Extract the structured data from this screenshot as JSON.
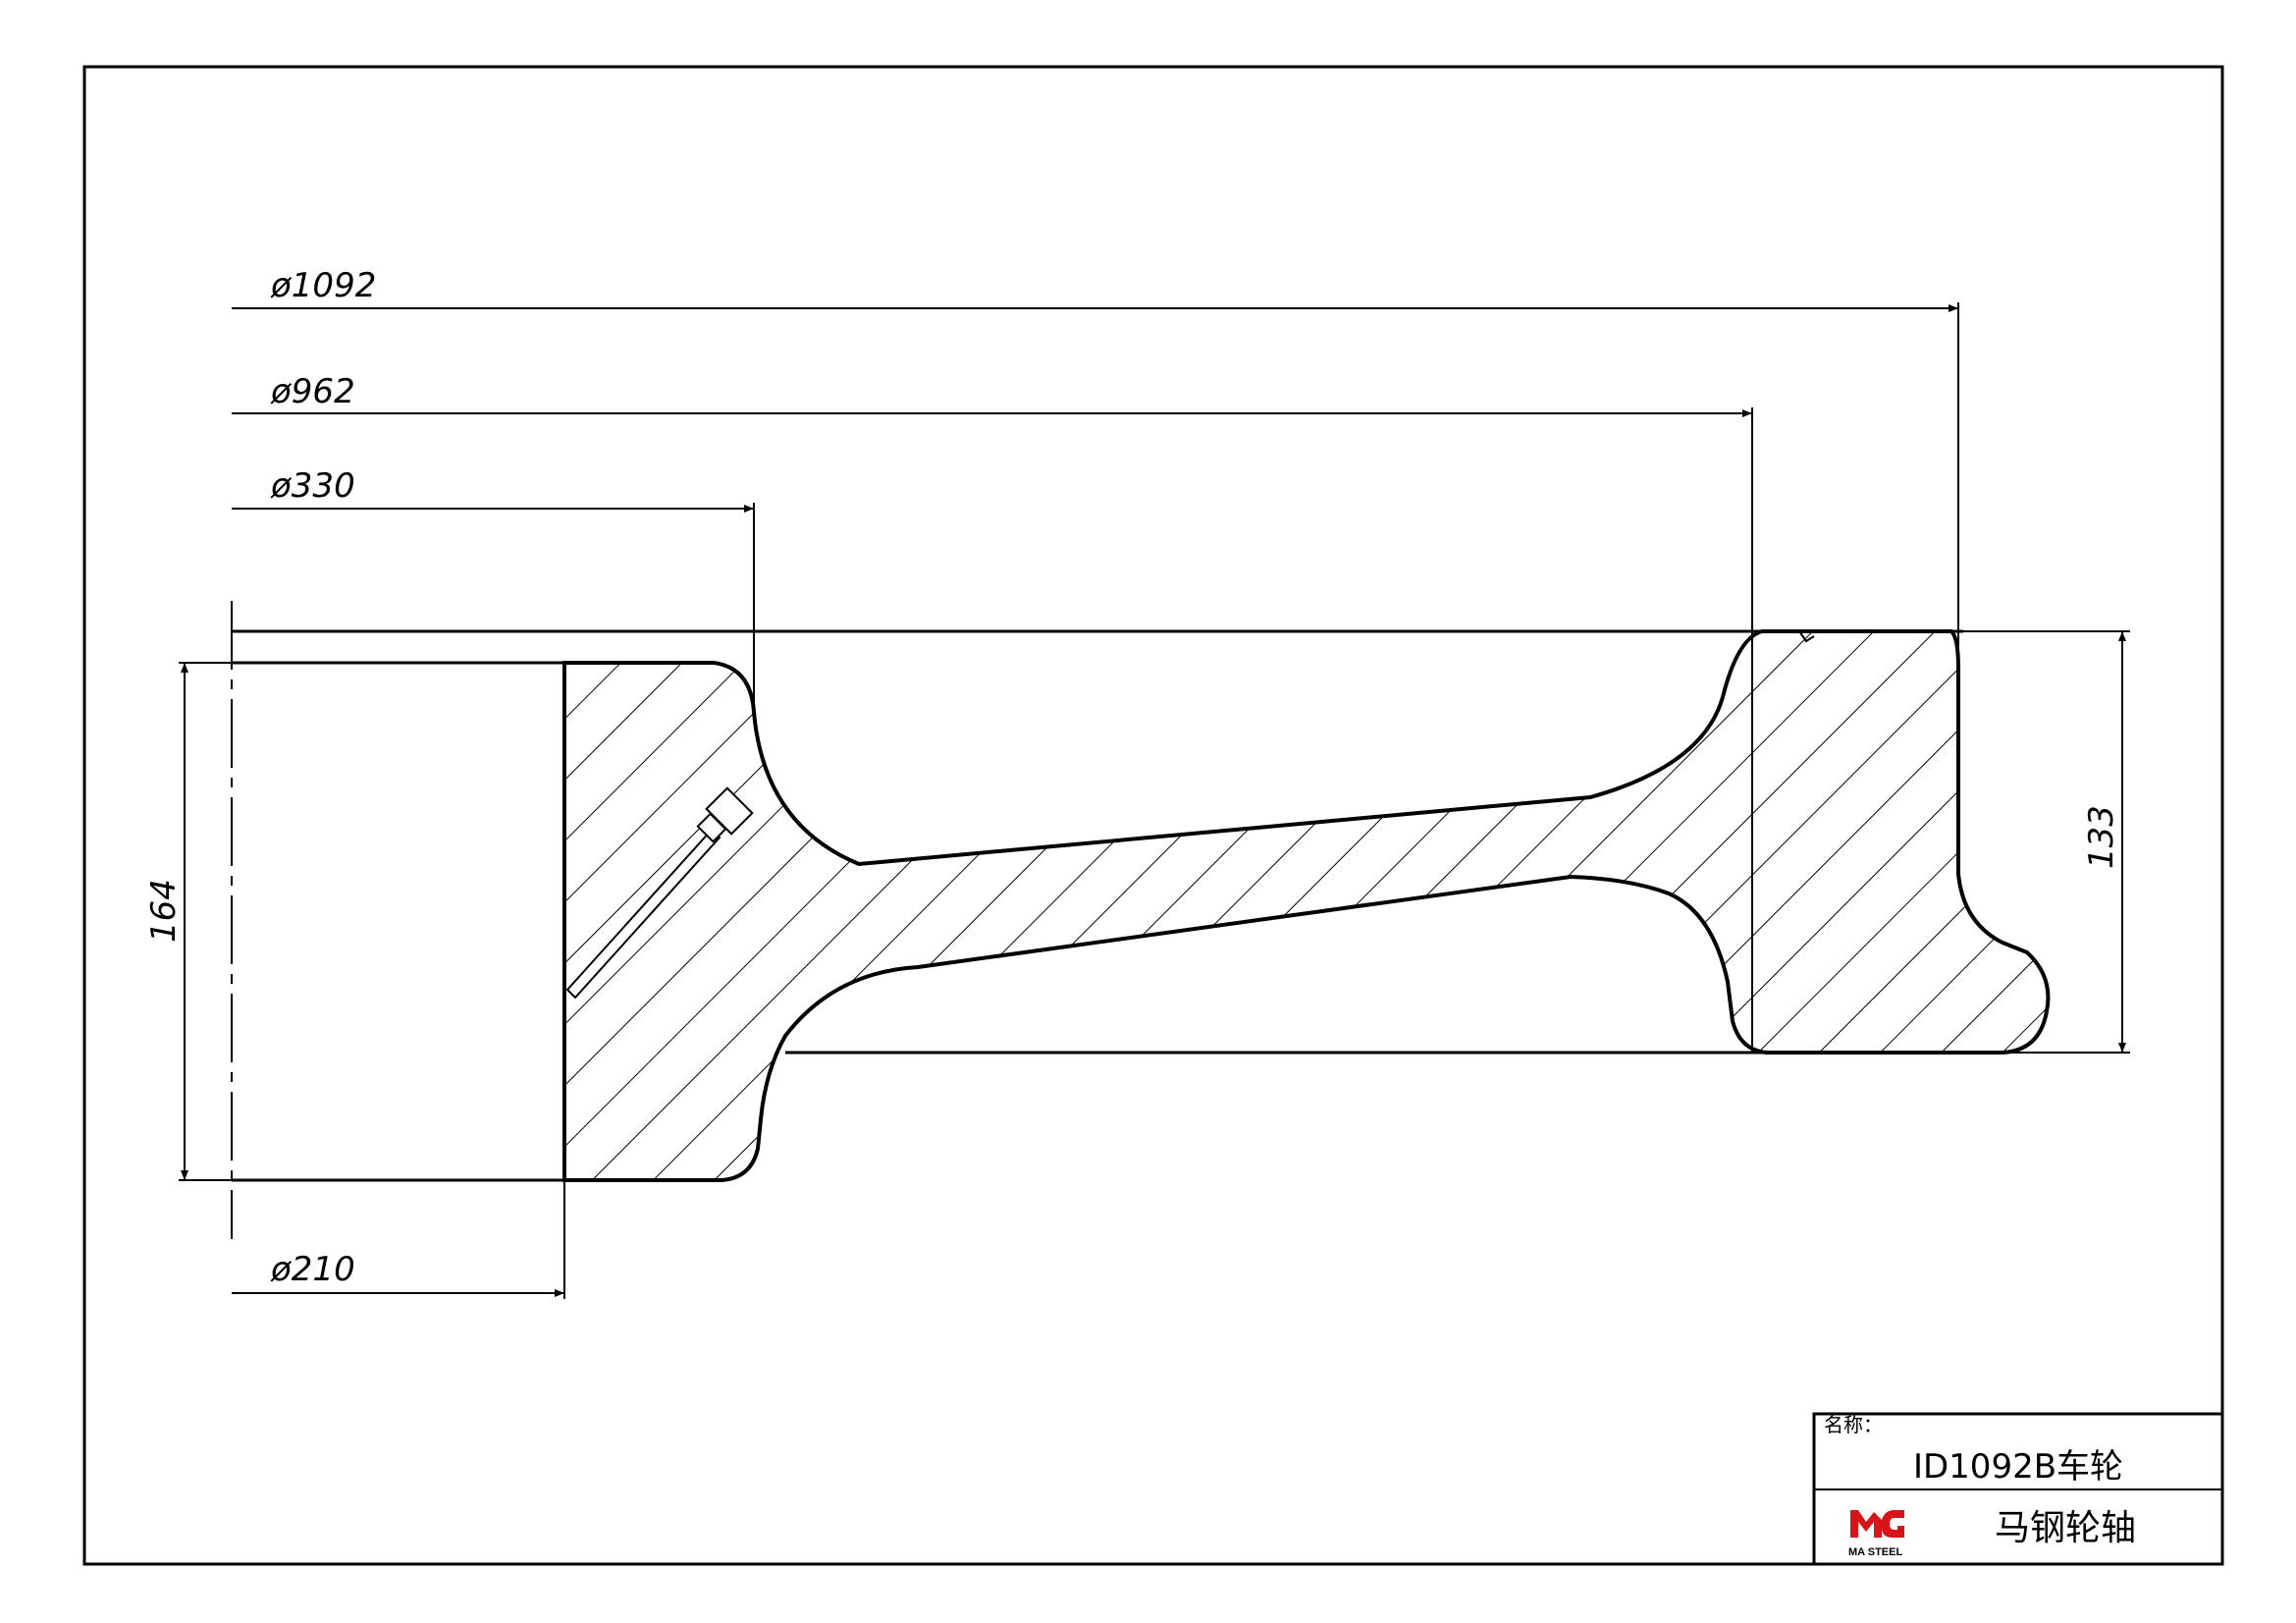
{
  "dimensions": {
    "d_outer": "ø1092",
    "d_tread": "ø962",
    "d_hub": "ø330",
    "d_bore": "ø210",
    "hub_length": "164",
    "rim_width": "133"
  },
  "title_block": {
    "name_label": "名称：",
    "part_name": "ID1092B车轮",
    "company": "马钢轮轴",
    "logo_text": "MA STEEL",
    "logo_color": "#d7141a"
  }
}
